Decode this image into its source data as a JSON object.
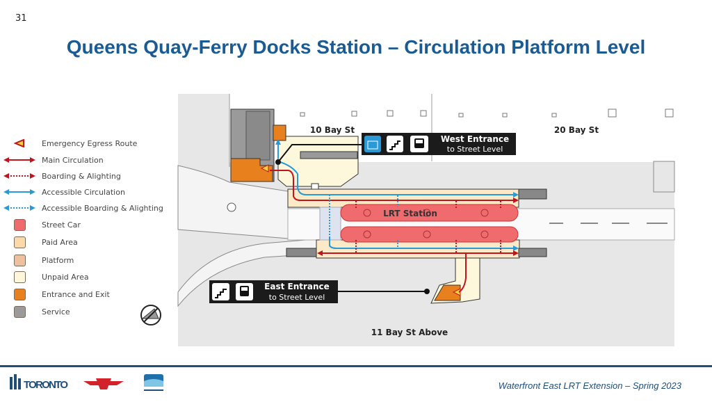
{
  "slide": {
    "page_number": "31",
    "title": "Queens Quay-Ferry Docks Station – Circulation Platform Level"
  },
  "legend": [
    {
      "label": "Emergency Egress Route",
      "type": "egress"
    },
    {
      "label": "Main Circulation",
      "type": "arrow-solid",
      "color": "#c0141c"
    },
    {
      "label": "Boarding & Alighting",
      "type": "arrow-dotted",
      "color": "#c0141c"
    },
    {
      "label": "Accessible Circulation",
      "type": "arrow-solid",
      "color": "#2a9ad6"
    },
    {
      "label": "Accessible Boarding & Alighting",
      "type": "arrow-dotted",
      "color": "#2a9ad6"
    },
    {
      "label": "Street Car",
      "type": "swatch",
      "color": "#ef6b6e"
    },
    {
      "label": "Paid Area",
      "type": "swatch",
      "color": "#fbd9a8"
    },
    {
      "label": "Platform",
      "type": "swatch",
      "color": "#efc0a0"
    },
    {
      "label": "Unpaid Area",
      "type": "swatch",
      "color": "#fdf7dc"
    },
    {
      "label": "Entrance and Exit",
      "type": "swatch",
      "color": "#e8801e"
    },
    {
      "label": "Service",
      "type": "swatch",
      "color": "#9a9a9a"
    }
  ],
  "map": {
    "building_10": "10 Bay St",
    "building_20": "20 Bay St",
    "building_11": "11 Bay St Above",
    "station_label": "LRT Station",
    "west_entrance": {
      "title": "West Entrance",
      "subtitle": "to Street Level",
      "icons": [
        "elevator-icon",
        "stairs-icon",
        "bus-icon"
      ]
    },
    "east_entrance": {
      "title": "East Entrance",
      "subtitle": "to Street Level",
      "icons": [
        "stairs-icon",
        "bus-icon"
      ]
    }
  },
  "footer": {
    "text": "Waterfront East LRT Extension – Spring 2023",
    "logos": [
      "Toronto",
      "TTC",
      "Waterfront Toronto"
    ],
    "brand_color": "#1f4e79"
  }
}
